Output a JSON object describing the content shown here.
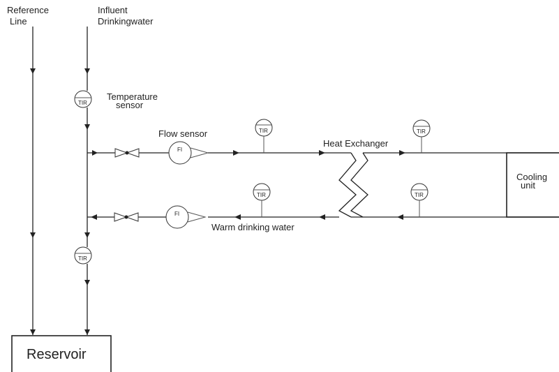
{
  "labels": {
    "reference_line": [
      "Reference",
      "Line"
    ],
    "influent": [
      "Influent",
      "Drinkingwater"
    ],
    "temperature_sensor": [
      "Temperature",
      "sensor"
    ],
    "flow_sensor": "Flow sensor",
    "heat_exchanger": "Heat Exchanger",
    "cooling_unit": [
      "Cooling",
      "unit"
    ],
    "warm_drinking_water": "Warm drinking water",
    "reservoir": "Reservoir"
  },
  "instruments": {
    "tir_tag": "TIR",
    "fi_tag": "FI"
  },
  "colors": {
    "line": "#222222",
    "background": "#ffffff"
  }
}
